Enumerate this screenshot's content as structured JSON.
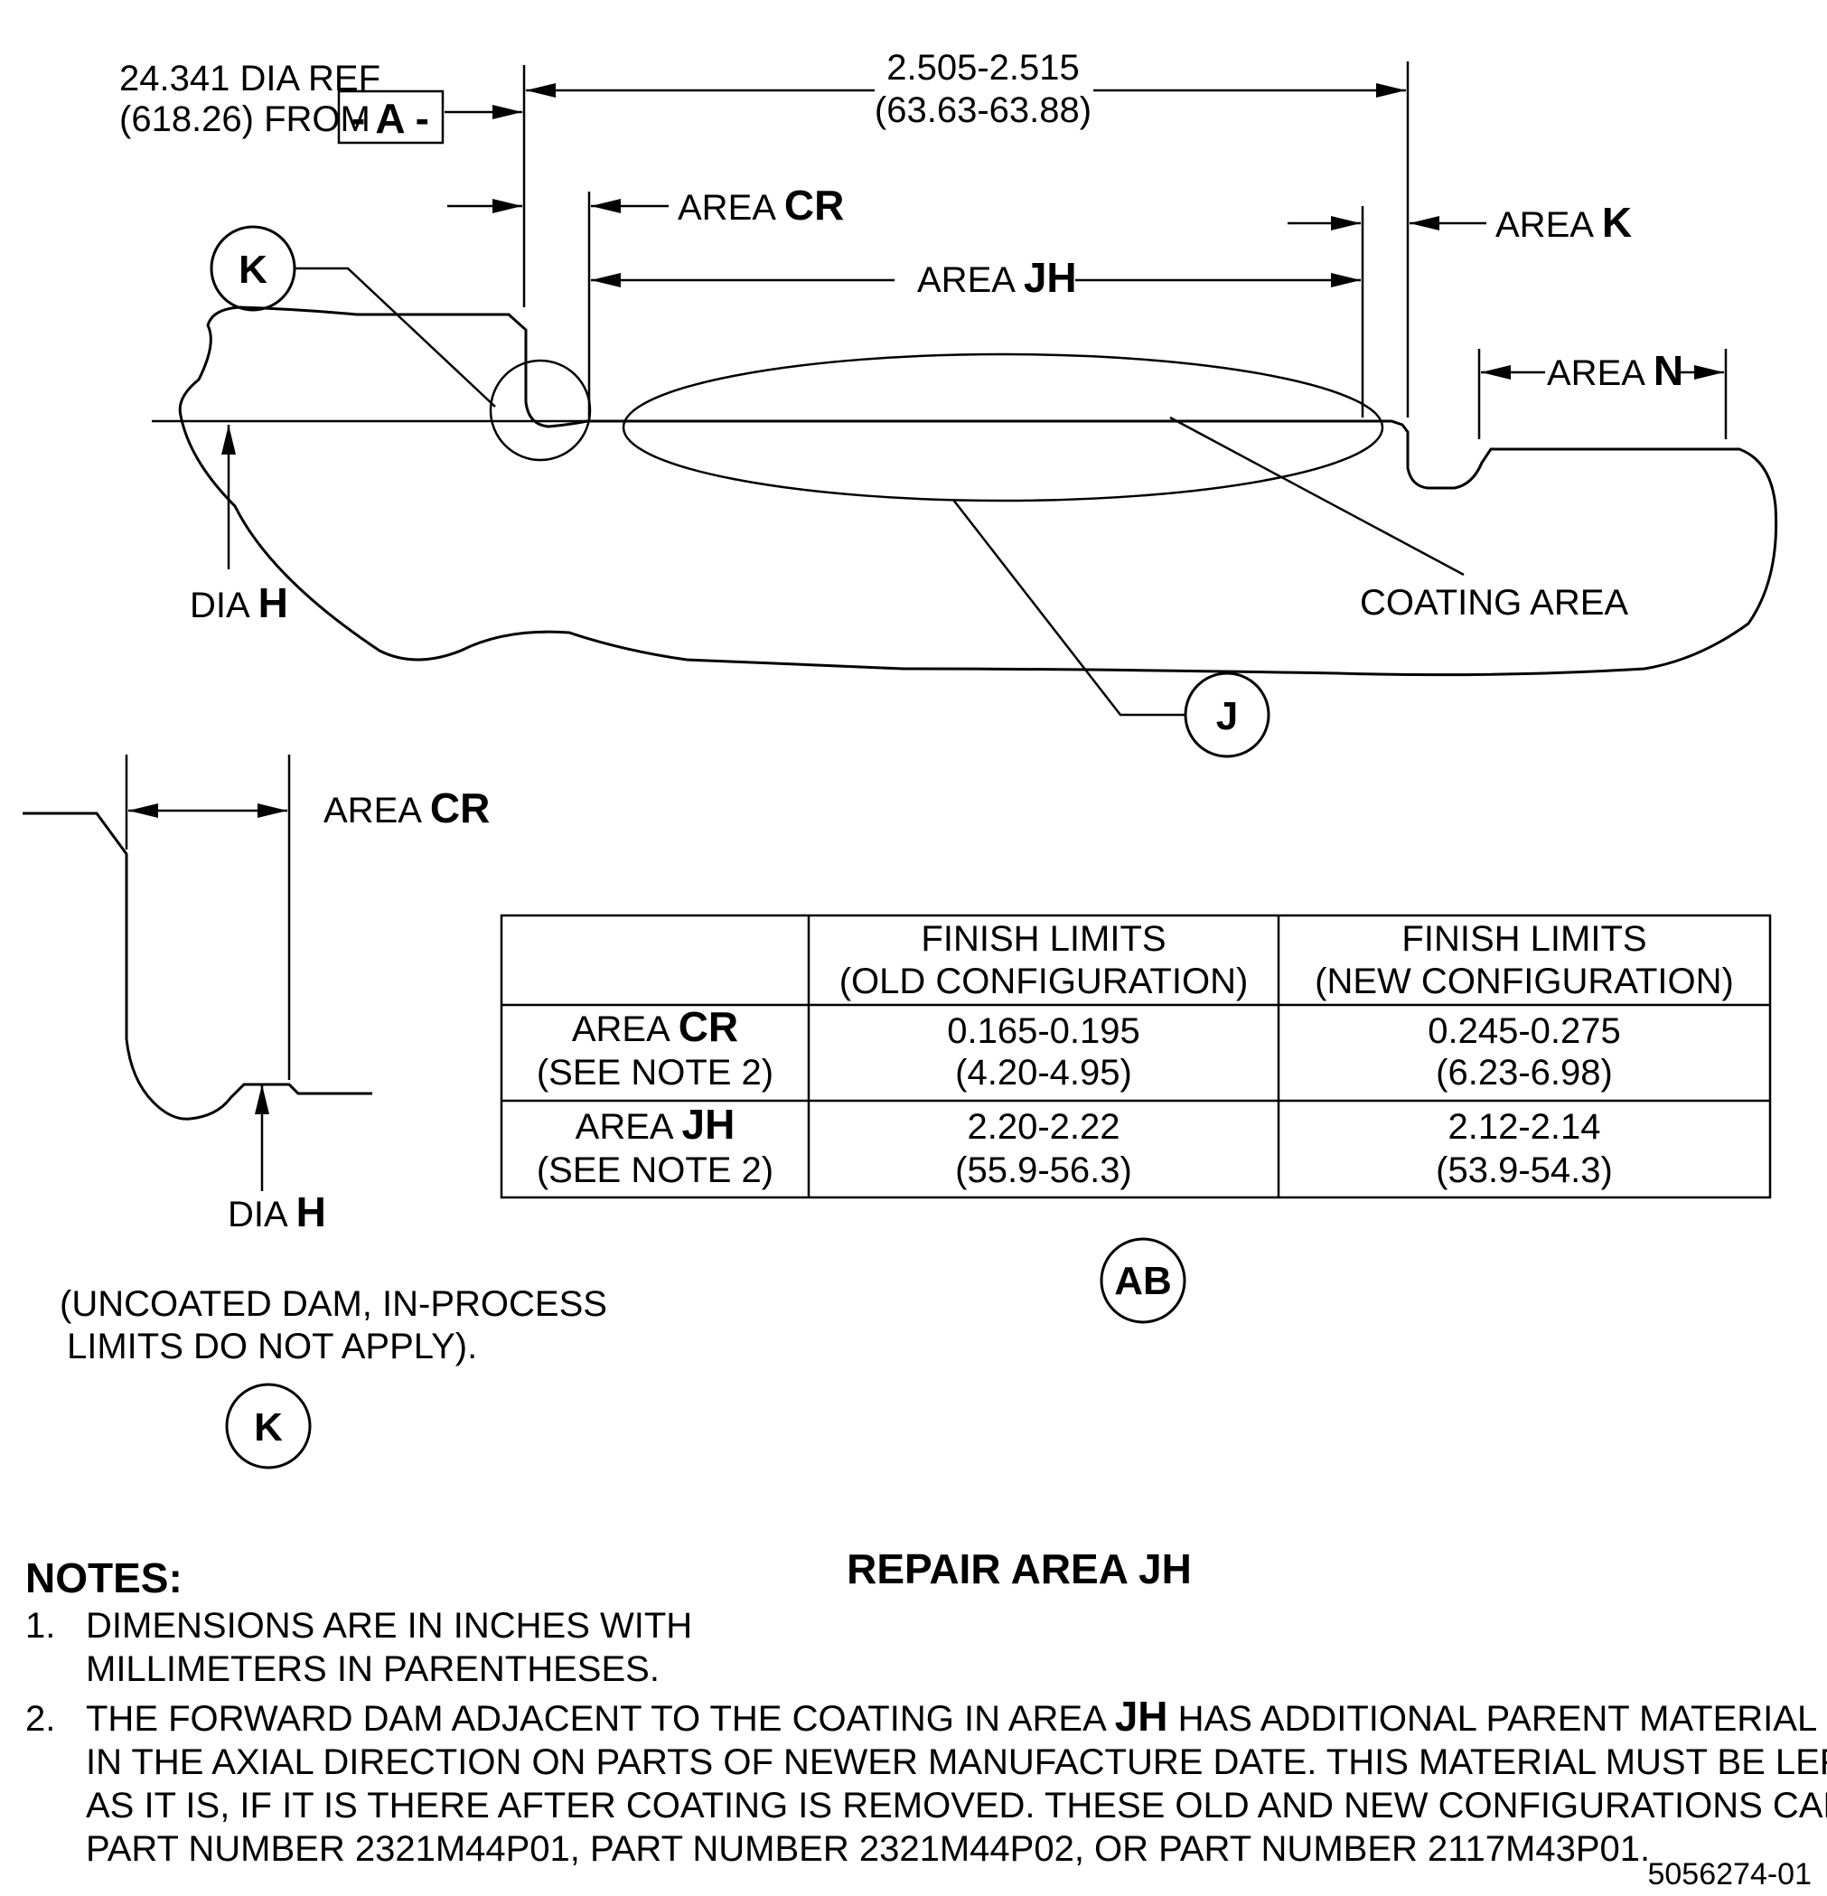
{
  "top_view": {
    "ref_dia_line1": "24.341 DIA REF",
    "ref_dia_line2": "(618.26) FROM",
    "datum": "- A -",
    "overall_dim_in": "2.505-2.515",
    "overall_dim_mm": "(63.63-63.88)",
    "area_word": "AREA",
    "area_cr": "CR",
    "area_jh": "JH",
    "area_k": "K",
    "area_n": "N",
    "callout_k": "K",
    "callout_j": "J",
    "dia_word": "DIA",
    "dia_h": "H",
    "coating_area": "COATING AREA"
  },
  "detail_k": {
    "area_word": "AREA",
    "area_cr": "CR",
    "dia_word": "DIA",
    "dia_h": "H",
    "note_line1": "(UNCOATED DAM, IN-PROCESS",
    "note_line2": "LIMITS DO NOT APPLY).",
    "callout": "K"
  },
  "limits_table": {
    "headers": [
      "",
      [
        "FINISH LIMITS",
        "(OLD CONFIGURATION)"
      ],
      [
        "FINISH LIMITS",
        "(NEW CONFIGURATION)"
      ]
    ],
    "rows": [
      {
        "area_word": "AREA",
        "area": "CR",
        "note": "(SEE NOTE 2)",
        "old": [
          "0.165-0.195",
          "(4.20-4.95)"
        ],
        "new": [
          "0.245-0.275",
          "(6.23-6.98)"
        ]
      },
      {
        "area_word": "AREA",
        "area": "JH",
        "note": "(SEE NOTE 2)",
        "old": [
          "2.20-2.22",
          "(55.9-56.3)"
        ],
        "new": [
          "2.12-2.14",
          "(53.9-54.3)"
        ]
      }
    ],
    "callout": "AB"
  },
  "notes": {
    "heading": "NOTES:",
    "items": [
      {
        "num": "1.",
        "lines": [
          "DIMENSIONS ARE IN INCHES WITH",
          "MILLIMETERS IN PARENTHESES."
        ]
      },
      {
        "num": "2.",
        "line1_pre": "THE FORWARD DAM ADJACENT TO THE COATING IN AREA",
        "line1_bold": "JH",
        "line1_post": "HAS ADDITIONAL PARENT MATERIAL",
        "lines": [
          "IN THE AXIAL DIRECTION ON PARTS OF NEWER MANUFACTURE DATE.  THIS MATERIAL MUST BE LEFT",
          "AS IT IS, IF IT IS THERE AFTER COATING IS REMOVED.  THESE OLD AND NEW CONFIGURATIONS CAN BE",
          "PART NUMBER 2321M44P01, PART NUMBER 2321M44P02, OR PART NUMBER 2117M43P01."
        ]
      }
    ]
  },
  "title": "REPAIR AREA JH",
  "figure_number": "5056274-01"
}
